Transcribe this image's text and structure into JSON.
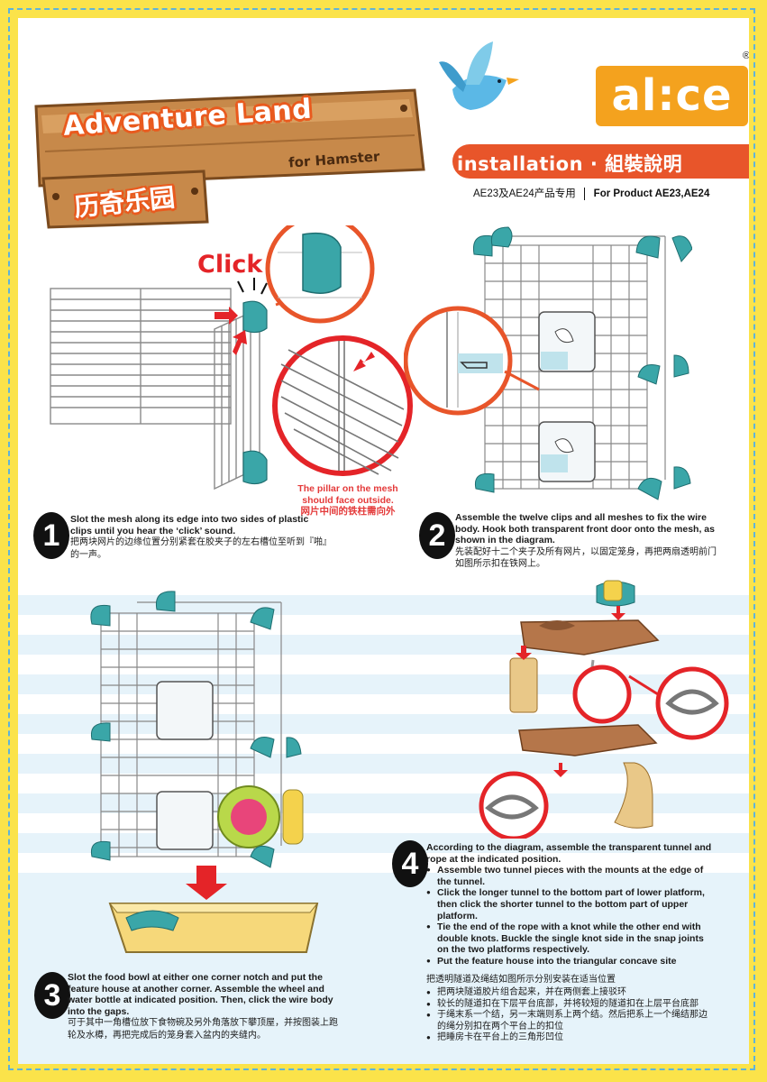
{
  "header": {
    "title": "Adventure Land",
    "subtitle": "for Hamster",
    "title_cn": "历奇乐园",
    "brand": "al:ce",
    "registered": "®",
    "banner": "installation · 組裝說明",
    "product_cn": "AE23及AE24产品专用",
    "product_en": "For Product AE23,AE24"
  },
  "step1": {
    "number": "1",
    "click_label": "Click",
    "pillar_note_en": "The pillar on the mesh should face outside.",
    "pillar_note_cn": "网片中间的铁柱需向外",
    "text_en": "Slot the mesh along its edge into two sides of plastic clips until you hear the ‘click’ sound.",
    "text_cn": "把两块网片的边缘位置分别紧套在胶夹子的左右槽位至听到『啪』的一声。"
  },
  "step2": {
    "number": "2",
    "text_en": "Assemble the twelve clips and all meshes to fix the wire body. Hook both transparent front door onto the mesh, as shown in the diagram.",
    "text_cn": "先装配好十二个夹子及所有网片，以固定笼身，再把两扇透明前门如图所示扣在铁网上。"
  },
  "step3": {
    "number": "3",
    "text_en": "Slot the food bowl at either one corner notch and put the feature house at another corner. Assemble the wheel and water bottle at indicated position. Then, click the wire body into the gaps.",
    "text_cn": "可于其中一角槽位放下食物碗及另外角落放下攀顶屋，并按图装上跑轮及水樽，再把完成后的笼身套入盆内的夹缝内。"
  },
  "step4": {
    "number": "4",
    "intro_en": "According to the diagram, assemble the transparent tunnel and rope at the indicated position.",
    "bullets_en": [
      "Assemble two tunnel pieces with the mounts at the edge of the tunnel.",
      "Click the longer tunnel to the bottom part of lower platform, then click the shorter tunnel to the bottom part of upper platform.",
      "Tie the end of the rope with a knot while the other end with double knots. Buckle the single knot side in the snap joints on the two platforms respectively.",
      "Put the feature house into the triangular concave site"
    ],
    "intro_cn": "把透明隧道及绳结如图所示分别安装在适当位置",
    "bullets_cn": [
      "把两块隧道胶片组合起来，并在两侧套上接驳环",
      "较长的隧道扣在下层平台底部，并将较短的隧道扣在上层平台底部",
      "于绳末系一个结，另一末端则系上两个结。然后把系上一个绳结那边的绳分别扣在两个平台上的扣位",
      "把睡房卡在平台上的三角形凹位"
    ]
  },
  "colors": {
    "border_yellow": "#fbe34a",
    "dash_blue": "#5fb3da",
    "accent_orange": "#e8552a",
    "clip_teal": "#3aa6a8",
    "wood_brown": "#c7894a",
    "logo_orange": "#f4a21e"
  }
}
